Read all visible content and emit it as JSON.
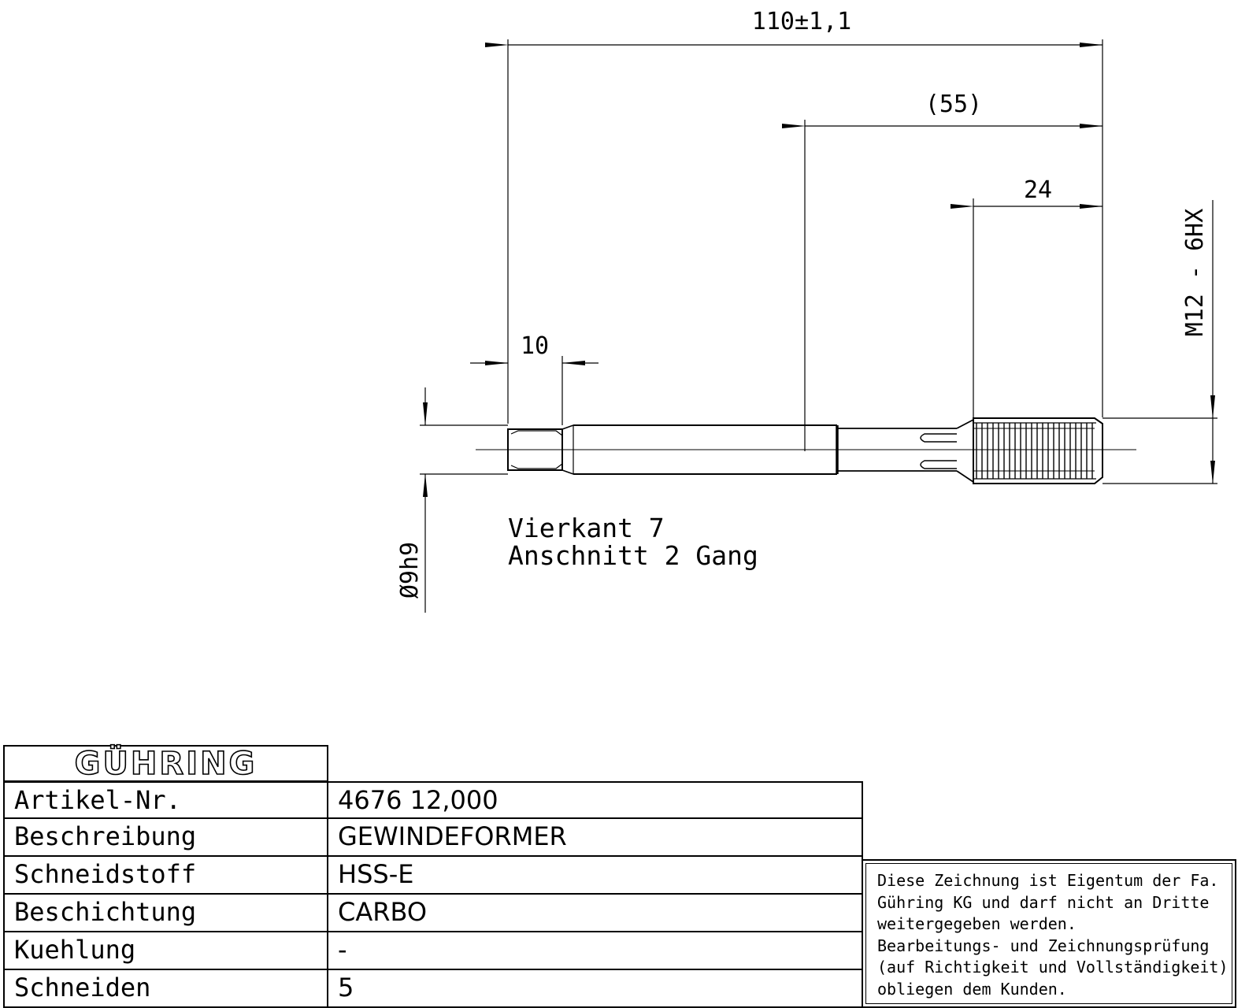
{
  "dimensions": {
    "overall_length": "110±1,1",
    "neck_length": "(55)",
    "thread_length": "24",
    "square_length": "10",
    "thread_spec": "M12 - 6HX",
    "shank_diameter": "Ø9h9"
  },
  "notes": {
    "line1": "Vierkant 7",
    "line2": "Anschnitt 2 Gang"
  },
  "title_block": {
    "logo": "GÜHRING",
    "rows": [
      {
        "label": "Artikel-Nr.",
        "value": "4676 12,000"
      },
      {
        "label": "Beschreibung",
        "value": "GEWINDEFORMER"
      },
      {
        "label": "Schneidstoff",
        "value": "HSS-E"
      },
      {
        "label": "Beschichtung",
        "value": "CARBO"
      },
      {
        "label": "Kuehlung",
        "value": "-"
      },
      {
        "label": "Schneiden",
        "value": "5"
      }
    ]
  },
  "notice": {
    "lines": [
      "Diese Zeichnung ist Eigentum der Fa.",
      "Gühring KG und darf nicht an Dritte",
      "weitergegeben werden.",
      "Bearbeitungs- und Zeichnungsprüfung",
      "(auf Richtigkeit und Vollständigkeit)",
      "obliegen dem Kunden."
    ]
  }
}
